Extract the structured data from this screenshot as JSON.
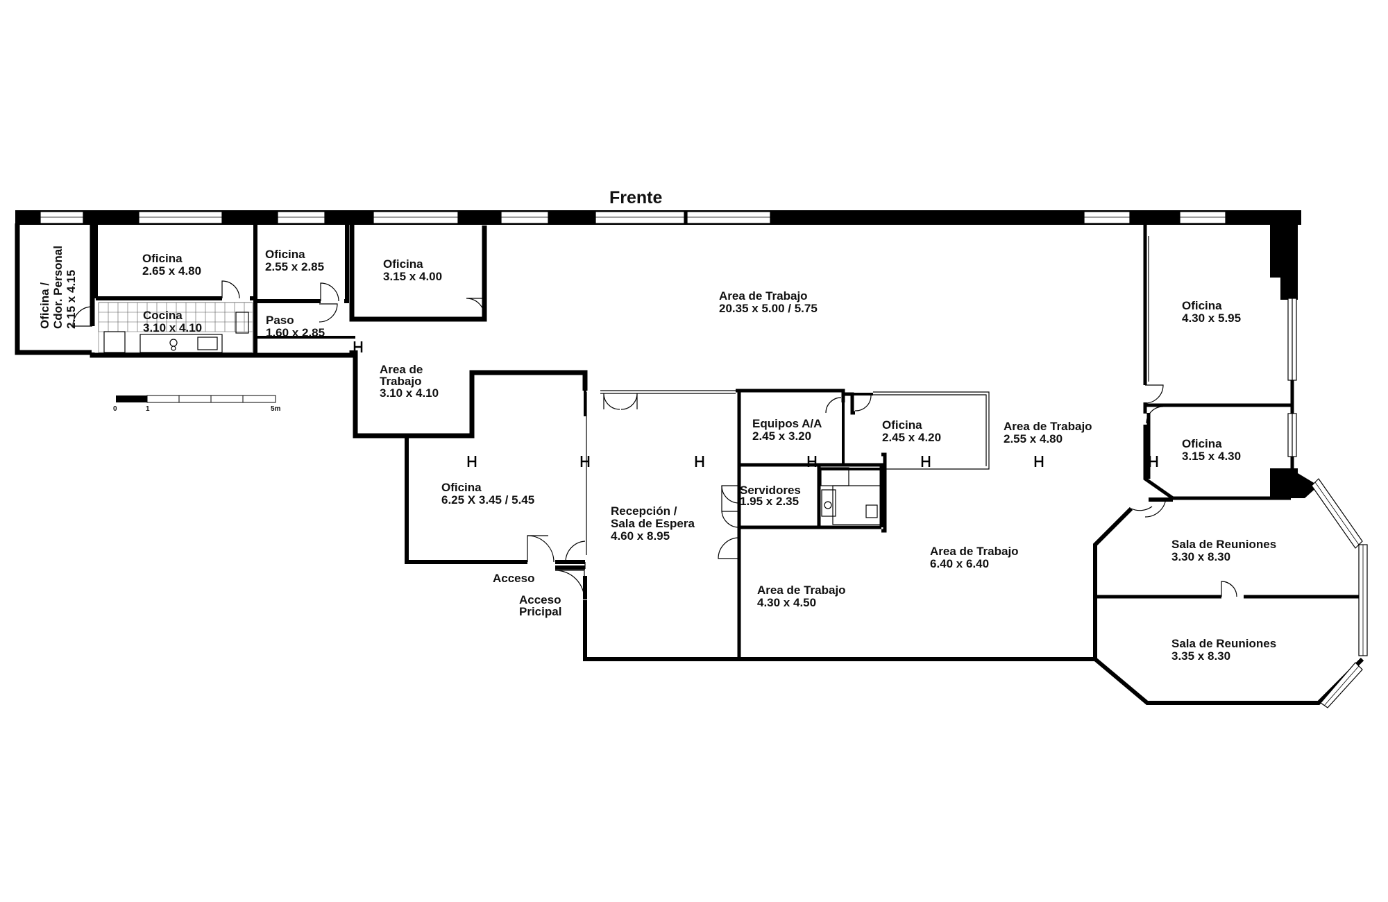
{
  "title": "Frente",
  "scale_bar": {
    "ticks": [
      "0",
      "1",
      "5m"
    ]
  },
  "rooms": [
    {
      "name": "Oficina /",
      "name2": "Cdor. Personal",
      "dims": "2.15 x 4.15"
    },
    {
      "name": "Oficina",
      "dims": "2.65 x 4.80"
    },
    {
      "name": "Cocina",
      "dims": "3.10 x 4.10"
    },
    {
      "name": "Oficina",
      "dims": "2.55 x 2.85"
    },
    {
      "name": "Paso",
      "dims": "1.60 x 2.85"
    },
    {
      "name": "Oficina",
      "dims": "3.15 x 4.00"
    },
    {
      "name": "Area de Trabajo",
      "dims": "20.35 x 5.00 / 5.75"
    },
    {
      "name": "Area de",
      "name2": "Trabajo",
      "dims": "3.10 x 4.10"
    },
    {
      "name": "Oficina",
      "dims": "6.25 X 3.45 / 5.45"
    },
    {
      "name": "Recepción /",
      "name2": "Sala de Espera",
      "dims": "4.60 x 8.95"
    },
    {
      "name": "Equipos A/A",
      "dims": "2.45 x 3.20"
    },
    {
      "name": "Servidores",
      "dims": "1.95 x 2.35"
    },
    {
      "name": "Oficina",
      "dims": "2.45 x 4.20"
    },
    {
      "name": "Area de Trabajo",
      "dims": "2.55 x 4.80"
    },
    {
      "name": "Area de Trabajo",
      "dims": "6.40 x 6.40"
    },
    {
      "name": "Area de Trabajo",
      "dims": "4.30 x 4.50"
    },
    {
      "name": "Oficina",
      "dims": "4.30 x 5.95"
    },
    {
      "name": "Oficina",
      "dims": "3.15 x 4.30"
    },
    {
      "name": "Sala de Reuniones",
      "dims": "3.30 x 8.30"
    },
    {
      "name": "Sala de Reuniones",
      "dims": "3.35 x 8.30"
    }
  ],
  "labels": {
    "acceso": "Acceso",
    "acceso_principal_1": "Acceso",
    "acceso_principal_2": "Pricipal"
  }
}
